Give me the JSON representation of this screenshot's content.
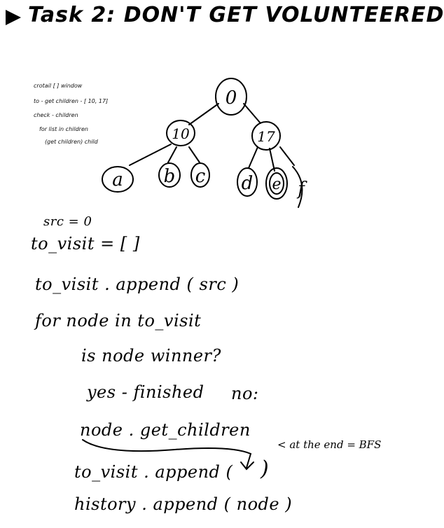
{
  "title": "Task 2: DON'T GET VOLUNTEERED",
  "scribble": [
    "crotail [ ]         window",
    "to - get children - [ 10, 17]",
    "check - children",
    "for list in children",
    "(get children) child"
  ],
  "tree": {
    "root": "0",
    "level1": [
      "10",
      "17"
    ],
    "leaves": [
      "a",
      "b",
      "c",
      "d",
      "e",
      "f"
    ]
  },
  "code": {
    "line0": "src = 0",
    "line1": "to_visit = [ ]",
    "line2": "to_visit . append ( src )",
    "line3": "for node in to_visit",
    "line4": "is node winner?",
    "line5_yes": "yes - finished",
    "line5_no": "no:",
    "line6": "node . get_children",
    "line7": "to_visit . append (",
    "line7_end": ")",
    "line8": "history . append ( node )"
  },
  "annotation": "< at the end = BFS"
}
